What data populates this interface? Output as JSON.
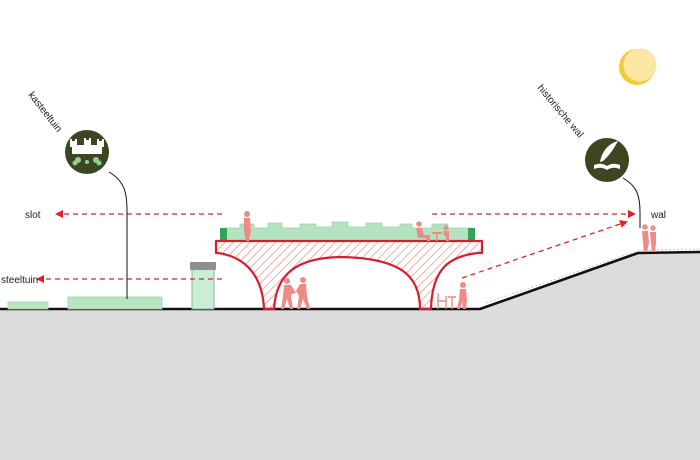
{
  "labels": {
    "kasteeltuin": "kasteeltuin",
    "historische_wal": "historische wal",
    "slot": "slot",
    "steeltuin": "steeltuin",
    "wal": "wal"
  },
  "icons": {
    "kasteeltuin": "castle-icon",
    "historische_wal": "book-quill-icon",
    "sun": "sun-icon"
  },
  "colors": {
    "ground": "#dcdcdc",
    "outline": "#111111",
    "bridge": "#d81e2a",
    "hatch": "#e8898c",
    "arrow": "#e02025",
    "figures": "#ef8a86",
    "green": "#9fdcae",
    "green_dark": "#2f9a55",
    "icon_bg": "#3d4522",
    "sun": "#fbe6a4",
    "sun_edge": "#f1cc35"
  }
}
